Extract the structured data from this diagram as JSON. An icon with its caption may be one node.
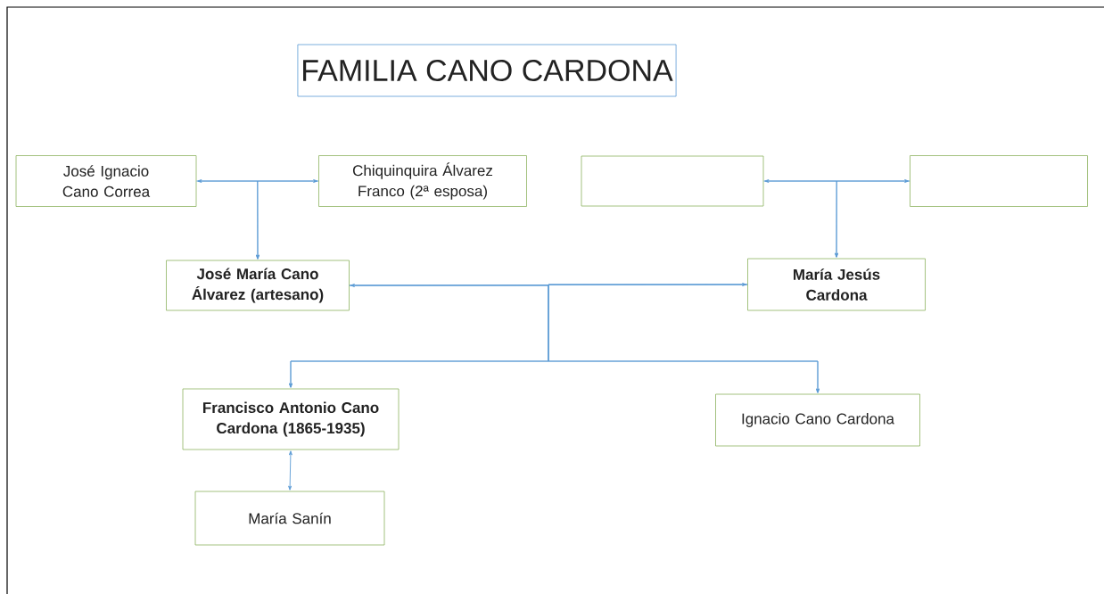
{
  "diagram": {
    "title": "FAMILIA CANO CARDONA",
    "nodes": [
      {
        "text": [
          "José Ignacio Cano Correa"
        ]
      },
      {
        "text": [
          "Chiquinquira Álvarez Franco (2ª esposa)"
        ]
      },
      {
        "text": [],
        "shape": "box"
      },
      {
        "text": [],
        "shape": "box"
      },
      {
        "text": [
          "José María Cano Álvarez (artesano)"
        ]
      },
      {
        "text": [
          "María Jesús Cardona"
        ]
      },
      {
        "text": [
          "Francisco Antonio Cano Cardona (1865-1935)"
        ]
      },
      {
        "text": [
          "Ignacio Cano Cardona"
        ]
      },
      {
        "text": [
          "María Sanín"
        ]
      }
    ],
    "edges": [
      {
        "from": 0,
        "to": 1,
        "arrow": "both"
      },
      {
        "from": 0,
        "to": 4,
        "arrow": "to"
      },
      {
        "from": 1,
        "to": 4,
        "arrow": "to"
      },
      {
        "from": 2,
        "to": 3,
        "arrow": "both"
      },
      {
        "from": 2,
        "to": 5,
        "arrow": "to"
      },
      {
        "from": 3,
        "to": 5,
        "arrow": "to"
      },
      {
        "from": 4,
        "to": 5,
        "arrow": "both"
      },
      {
        "from": 4,
        "to": 6,
        "arrow": "to"
      },
      {
        "from": 5,
        "to": 6,
        "arrow": "to"
      },
      {
        "from": 4,
        "to": 7,
        "arrow": "to"
      },
      {
        "from": 5,
        "to": 7,
        "arrow": "to"
      },
      {
        "from": 6,
        "to": 8,
        "arrow": "both"
      }
    ]
  }
}
